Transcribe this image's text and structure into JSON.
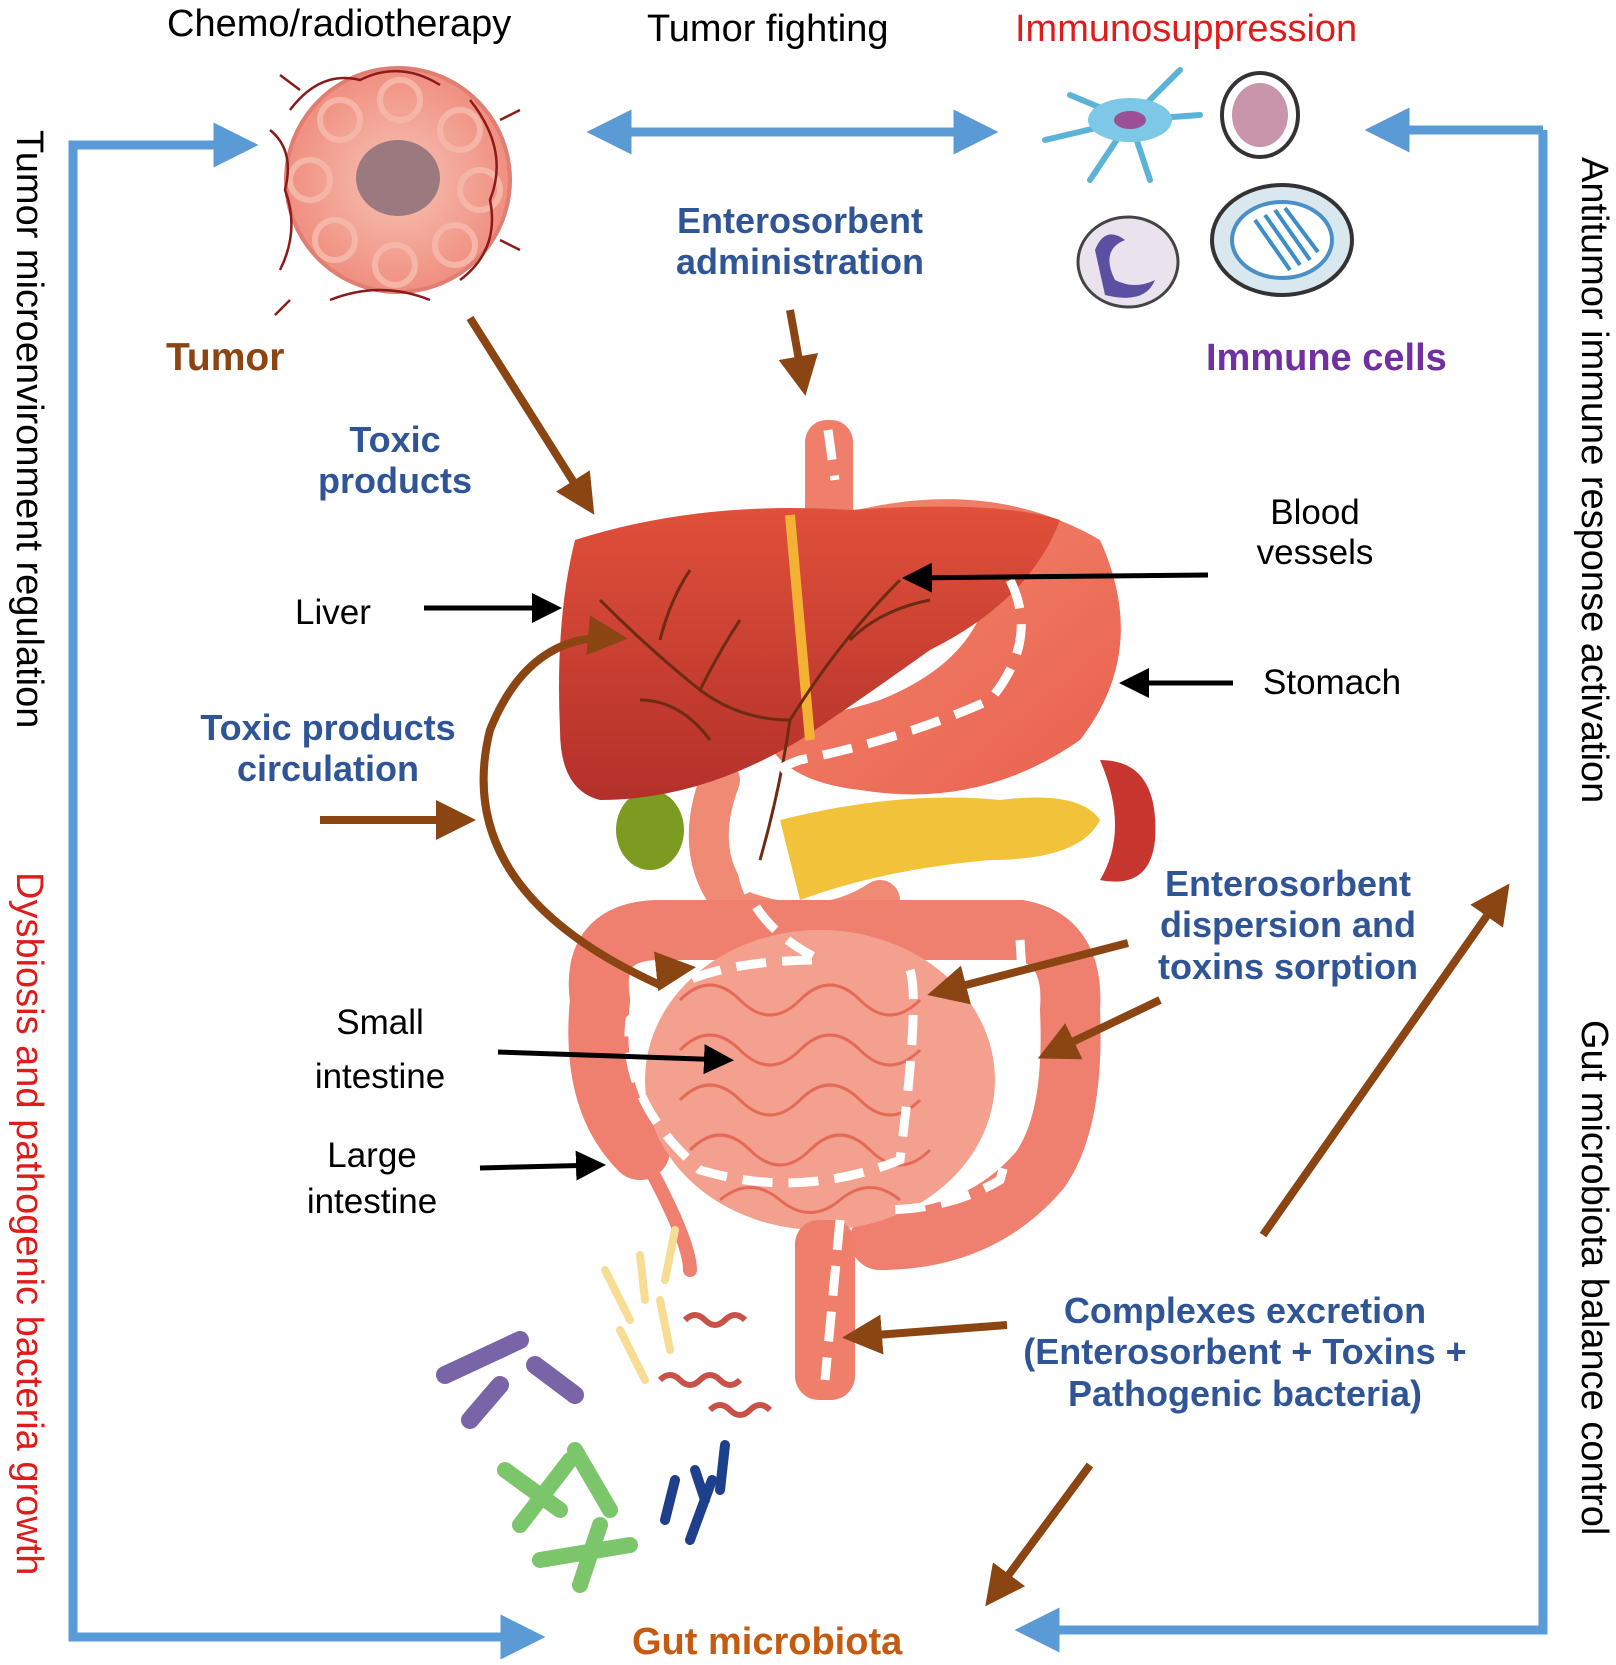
{
  "colors": {
    "frame_blue": "#5b9bd5",
    "arrow_brown": "#8b4513",
    "label_blue": "#2f5597",
    "label_red": "#e01b1b",
    "label_purple": "#7030a0",
    "label_brown": "#8b4513"
  },
  "top": {
    "chemo": "Chemo/radiotherapy",
    "fighting": "Tumor fighting",
    "immunosuppression": "Immunosuppression"
  },
  "labels": {
    "tumor": "Tumor",
    "immune_cells": "Immune cells",
    "enterosorbent_admin_1": "Enterosorbent",
    "enterosorbent_admin_2": "administration",
    "toxic_1": "Toxic",
    "toxic_2": "products",
    "liver": "Liver",
    "blood_1": "Blood",
    "blood_2": "vessels",
    "stomach": "Stomach",
    "circ_1": "Toxic products",
    "circ_2": "circulation",
    "disp_1": "Enterosorbent",
    "disp_2": "dispersion and",
    "disp_3": "toxins sorption",
    "small_1": "Small",
    "small_2": "intestine",
    "large_1": "Large",
    "large_2": "intestine",
    "excr_1": "Complexes excretion",
    "excr_2": "(Enterosorbent + Toxins +",
    "excr_3": "Pathogenic bacteria)",
    "gut": "Gut microbiota"
  },
  "sides": {
    "left_top": "Tumor microenvironment regulation",
    "left_bottom": "Dysbiosis and pathogenic bacteria growth",
    "right_top": "Antitumor immune response activation",
    "right_bottom": "Gut microbiota balance control"
  },
  "icons": [
    "tumor-cell-icon",
    "immune-cells-icon",
    "digestive-system-icon",
    "bacteria-icon"
  ]
}
